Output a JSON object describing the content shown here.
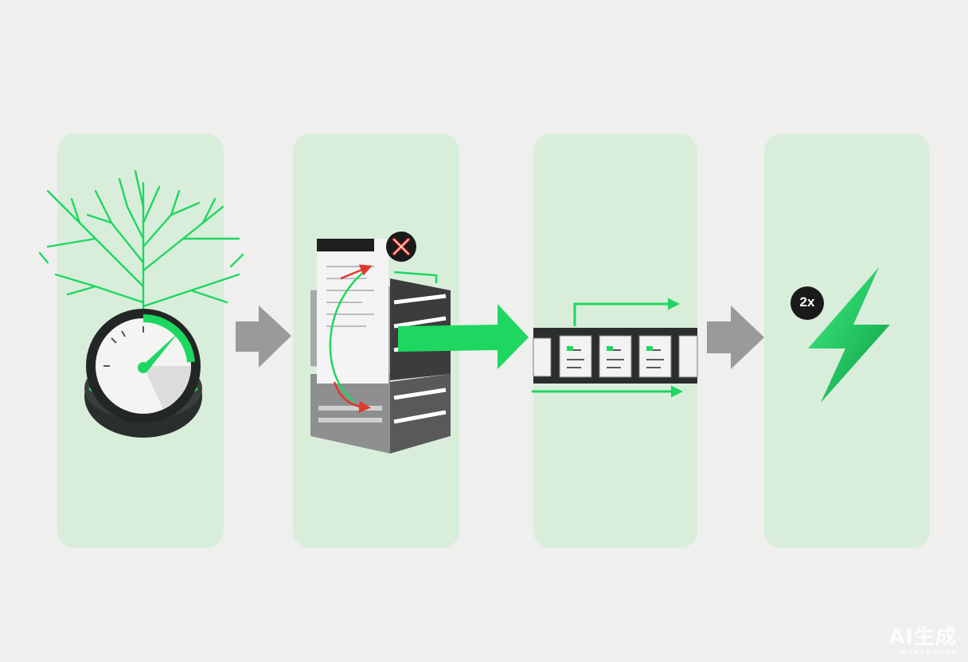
{
  "badges": {
    "multiplier": "2x"
  },
  "watermark": {
    "main": "AI生成",
    "sub": "WORKBUDDY"
  },
  "colors": {
    "background": "#efefee",
    "panel": "#d9eddb",
    "accent_green": "#1ed760",
    "arrow_gray": "#9a9a9a",
    "dark": "#2a2e2c",
    "error_red": "#e0382c"
  },
  "icons": [
    "branching-tree-icon",
    "speedometer-gauge-icon",
    "server-stack-icon",
    "error-x-icon",
    "document-queue-icon",
    "lightning-bolt-icon"
  ]
}
